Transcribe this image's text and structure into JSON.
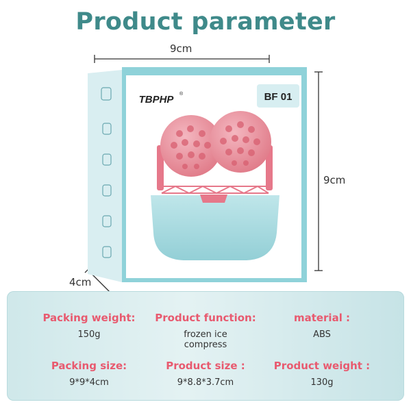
{
  "title": "Product parameter",
  "dimensions": {
    "width": "9cm",
    "height": "9cm",
    "depth": "4cm"
  },
  "box": {
    "brand": "TBPHP",
    "brand_mark": "®",
    "model": "BF 01"
  },
  "params": [
    {
      "label": "Packing weight:",
      "value": "150g"
    },
    {
      "label": "Product function:",
      "value_lines": [
        "frozen ice",
        "compress"
      ]
    },
    {
      "label": "material :",
      "value": "ABS"
    },
    {
      "label": "Packing size:",
      "value": "9*9*4cm"
    },
    {
      "label": "Product size :",
      "value": "9*8.8*3.7cm"
    },
    {
      "label": "Product weight :",
      "value": "130g"
    }
  ],
  "colors": {
    "title": "#3f8a8a",
    "label": "#e85a6f",
    "box_accent": "#8fd2d9",
    "device": "#a8dbe0",
    "rollers": "#e98b97"
  },
  "icons": [
    "dimension-arrow-horizontal-icon",
    "dimension-arrow-vertical-icon",
    "dimension-arrow-diagonal-icon"
  ]
}
